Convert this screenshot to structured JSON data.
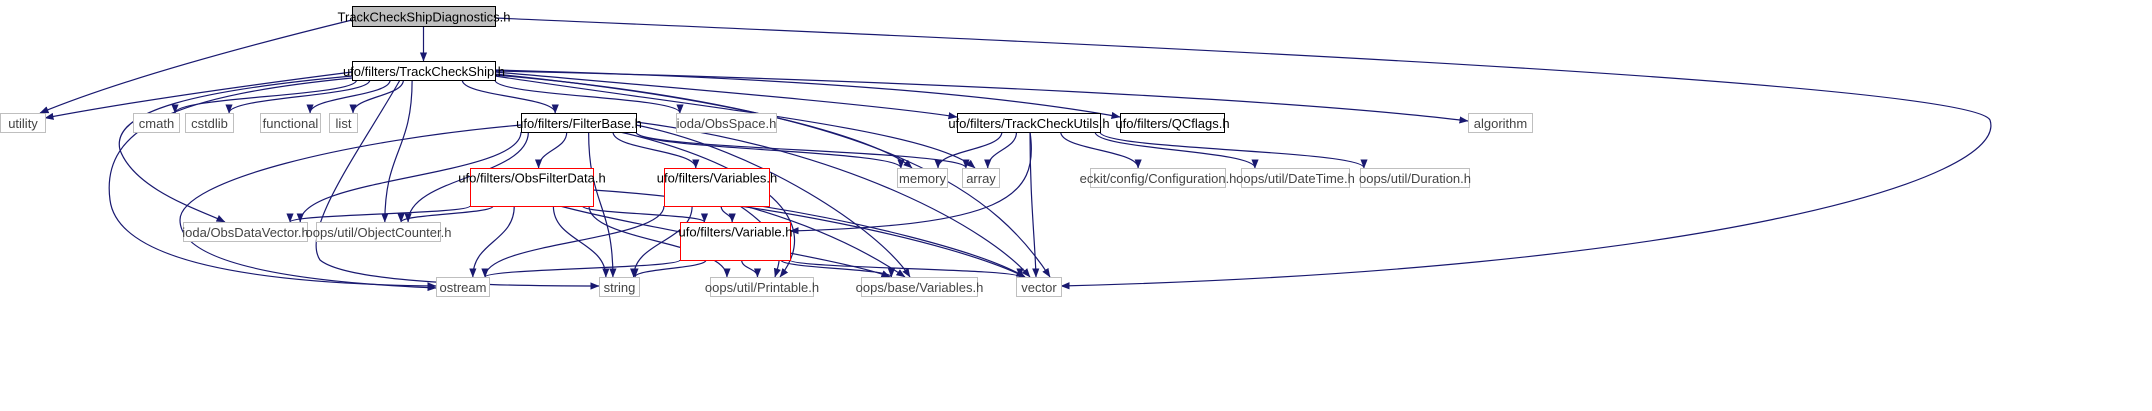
{
  "colors": {
    "edge": "#191970",
    "root_fill": "#bfbfbf",
    "root_stroke": "#000000",
    "documented_stroke": "#000000",
    "external_stroke": "#bfbfbf",
    "external_text": "#444444",
    "partial_stroke": "#ff0000",
    "text": "#000000"
  },
  "nodes": [
    {
      "id": "root",
      "label": "TrackCheckShipDiagnostics.h",
      "kind": "root"
    },
    {
      "id": "tcs",
      "label": "ufo/filters/TrackCheckShip.h",
      "kind": "documented"
    },
    {
      "id": "utility",
      "label": "utility",
      "kind": "external"
    },
    {
      "id": "cmath",
      "label": "cmath",
      "kind": "external"
    },
    {
      "id": "cstdlib",
      "label": "cstdlib",
      "kind": "external"
    },
    {
      "id": "functional",
      "label": "functional",
      "kind": "external"
    },
    {
      "id": "list",
      "label": "list",
      "kind": "external"
    },
    {
      "id": "filterbase",
      "label": "ufo/filters/FilterBase.h",
      "kind": "documented"
    },
    {
      "id": "obsspace",
      "label": "ioda/ObsSpace.h",
      "kind": "external"
    },
    {
      "id": "tcutils",
      "label": "ufo/filters/TrackCheckUtils.h",
      "kind": "documented"
    },
    {
      "id": "qcflags",
      "label": "ufo/filters/QCflags.h",
      "kind": "documented"
    },
    {
      "id": "algorithm",
      "label": "algorithm",
      "kind": "external"
    },
    {
      "id": "obsfilterdata",
      "label": "ufo/filters/ObsFilterData.h",
      "kind": "partial"
    },
    {
      "id": "variables_h",
      "label": "ufo/filters/Variables.h",
      "kind": "partial"
    },
    {
      "id": "memory",
      "label": "memory",
      "kind": "external"
    },
    {
      "id": "array",
      "label": "array",
      "kind": "external"
    },
    {
      "id": "configuration",
      "label": "eckit/config/Configuration.h",
      "kind": "external"
    },
    {
      "id": "datetime",
      "label": "oops/util/DateTime.h",
      "kind": "external"
    },
    {
      "id": "duration",
      "label": "oops/util/Duration.h",
      "kind": "external"
    },
    {
      "id": "obsdatavector",
      "label": "ioda/ObsDataVector.h",
      "kind": "external"
    },
    {
      "id": "objectcounter",
      "label": "oops/util/ObjectCounter.h",
      "kind": "external"
    },
    {
      "id": "variable_h",
      "label": "ufo/filters/Variable.h",
      "kind": "partial"
    },
    {
      "id": "ostream",
      "label": "ostream",
      "kind": "external"
    },
    {
      "id": "string",
      "label": "string",
      "kind": "external"
    },
    {
      "id": "printable",
      "label": "oops/util/Printable.h",
      "kind": "external"
    },
    {
      "id": "basevariables",
      "label": "oops/base/Variables.h",
      "kind": "external"
    },
    {
      "id": "vector",
      "label": "vector",
      "kind": "external"
    }
  ],
  "edges": [
    [
      "root",
      "tcs"
    ],
    [
      "root",
      "utility"
    ],
    [
      "root",
      "vector"
    ],
    [
      "tcs",
      "utility"
    ],
    [
      "tcs",
      "cmath"
    ],
    [
      "tcs",
      "cstdlib"
    ],
    [
      "tcs",
      "functional"
    ],
    [
      "tcs",
      "list"
    ],
    [
      "tcs",
      "filterbase"
    ],
    [
      "tcs",
      "obsspace"
    ],
    [
      "tcs",
      "tcutils"
    ],
    [
      "tcs",
      "qcflags"
    ],
    [
      "tcs",
      "algorithm"
    ],
    [
      "tcs",
      "memory"
    ],
    [
      "tcs",
      "array"
    ],
    [
      "tcs",
      "vector"
    ],
    [
      "tcs",
      "obsdatavector"
    ],
    [
      "tcs",
      "objectcounter"
    ],
    [
      "tcs",
      "ostream"
    ],
    [
      "tcs",
      "string"
    ],
    [
      "filterbase",
      "obsfilterdata"
    ],
    [
      "filterbase",
      "variables_h"
    ],
    [
      "filterbase",
      "memory"
    ],
    [
      "filterbase",
      "array"
    ],
    [
      "filterbase",
      "obsdatavector"
    ],
    [
      "filterbase",
      "objectcounter"
    ],
    [
      "filterbase",
      "ostream"
    ],
    [
      "filterbase",
      "string"
    ],
    [
      "filterbase",
      "printable"
    ],
    [
      "filterbase",
      "basevariables"
    ],
    [
      "filterbase",
      "vector"
    ],
    [
      "tcutils",
      "memory"
    ],
    [
      "tcutils",
      "array"
    ],
    [
      "tcutils",
      "configuration"
    ],
    [
      "tcutils",
      "datetime"
    ],
    [
      "tcutils",
      "duration"
    ],
    [
      "tcutils",
      "variable_h"
    ],
    [
      "tcutils",
      "vector"
    ],
    [
      "obsfilterdata",
      "obsdatavector"
    ],
    [
      "obsfilterdata",
      "objectcounter"
    ],
    [
      "obsfilterdata",
      "variable_h"
    ],
    [
      "obsfilterdata",
      "ostream"
    ],
    [
      "obsfilterdata",
      "string"
    ],
    [
      "obsfilterdata",
      "printable"
    ],
    [
      "obsfilterdata",
      "basevariables"
    ],
    [
      "obsfilterdata",
      "vector"
    ],
    [
      "variables_h",
      "variable_h"
    ],
    [
      "variables_h",
      "ostream"
    ],
    [
      "variables_h",
      "string"
    ],
    [
      "variables_h",
      "printable"
    ],
    [
      "variables_h",
      "basevariables"
    ],
    [
      "variables_h",
      "vector"
    ],
    [
      "variable_h",
      "ostream"
    ],
    [
      "variable_h",
      "string"
    ],
    [
      "variable_h",
      "printable"
    ],
    [
      "variable_h",
      "basevariables"
    ],
    [
      "variable_h",
      "vector"
    ]
  ]
}
